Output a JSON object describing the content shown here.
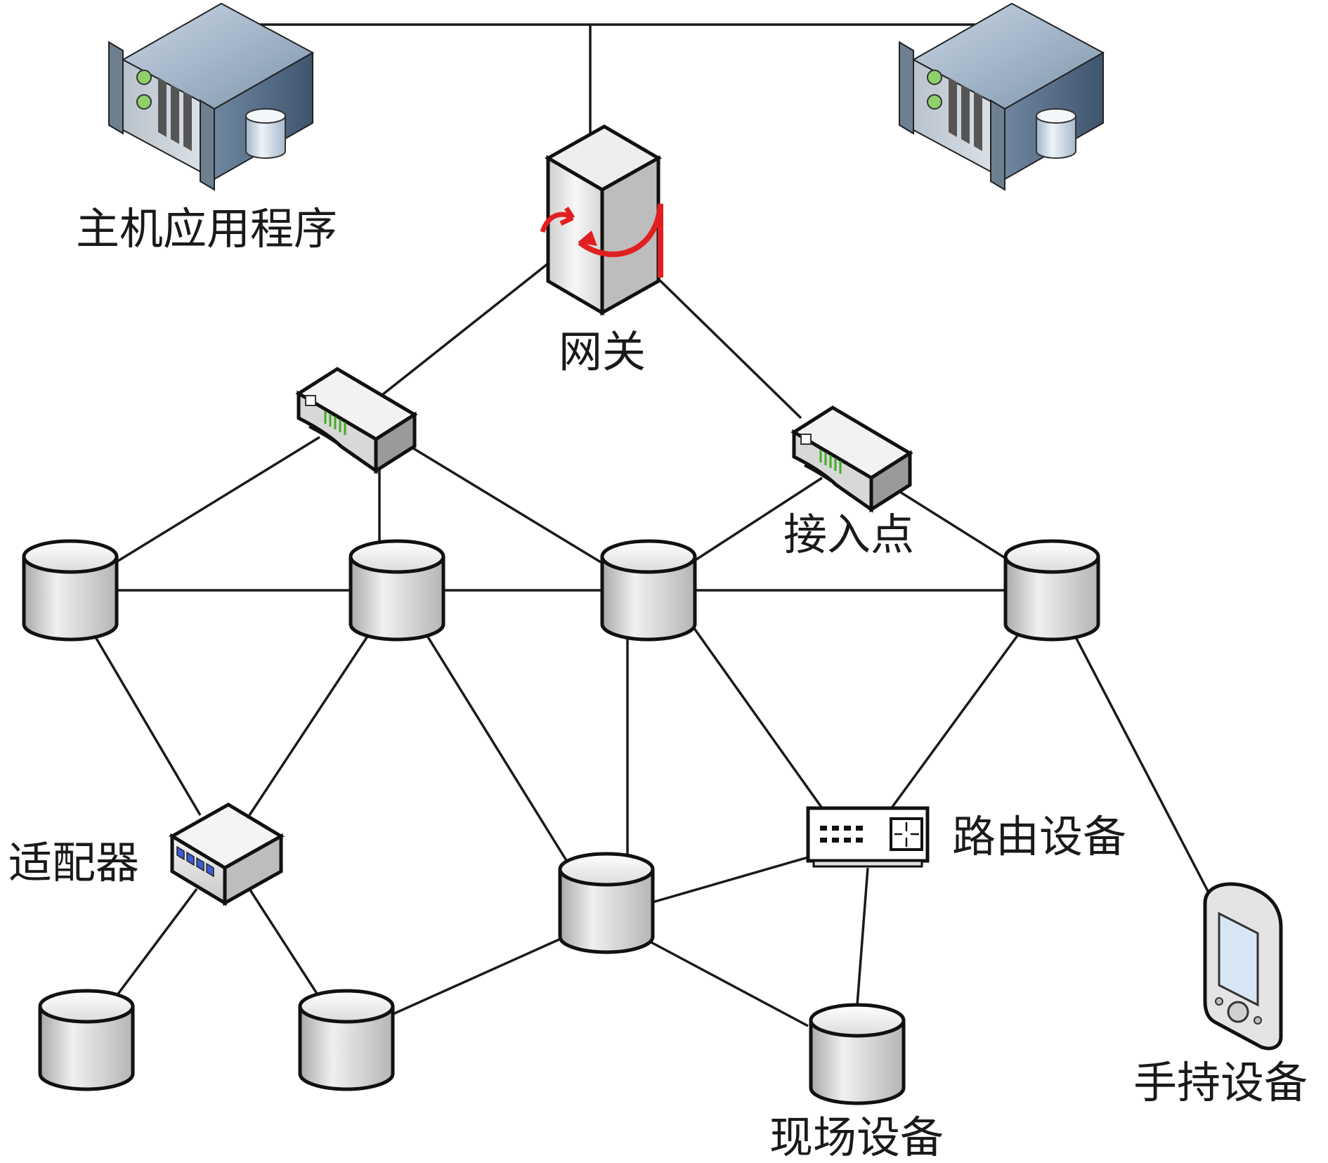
{
  "labels": {
    "host_apps": "主机应用程序",
    "gateway": "网关",
    "access_point": "接入点",
    "adapter": "适配器",
    "routing_device": "路由设备",
    "handheld_device": "手持设备",
    "field_device": "现场设备"
  },
  "icons": {
    "server_left": "server-icon",
    "server_right": "server-icon",
    "gateway": "gateway-tower-icon",
    "access_point_left": "access-point-icon",
    "access_point_right": "access-point-icon",
    "adapter": "adapter-box-icon",
    "router": "router-icon",
    "handheld": "pda-icon",
    "field_node": "field-device-cylinder-icon"
  },
  "colors": {
    "line": "#1a1a1a",
    "node_fill": "#e8e8e8",
    "gateway_arrow": "#e02020",
    "led_green": "#44aa22",
    "adapter_port": "#3d5bd6"
  }
}
